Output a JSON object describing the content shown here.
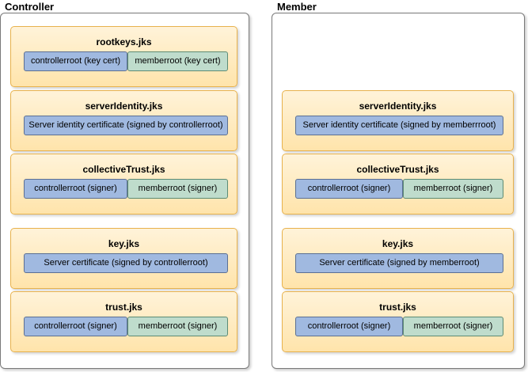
{
  "controller": {
    "title": "Controller",
    "rootkeys": {
      "title": "rootkeys.jks",
      "controllerroot": "controllerroot (key cert)",
      "memberroot": "memberroot (key cert)"
    },
    "serverIdentity": {
      "title": "serverIdentity.jks",
      "cert": "Server identity certificate (signed by controllerroot)"
    },
    "collectiveTrust": {
      "title": "collectiveTrust.jks",
      "controllerroot": "controllerroot (signer)",
      "memberroot": "memberroot (signer)"
    },
    "key": {
      "title": "key.jks",
      "cert": "Server certificate (signed by controllerroot)"
    },
    "trust": {
      "title": "trust.jks",
      "controllerroot": "controllerroot (signer)",
      "memberroot": "memberroot (signer)"
    }
  },
  "member": {
    "title": "Member",
    "serverIdentity": {
      "title": "serverIdentity.jks",
      "cert": "Server identity certificate (signed by memberrroot)"
    },
    "collectiveTrust": {
      "title": "collectiveTrust.jks",
      "controllerroot": "controllerroot (signer)",
      "memberroot": "memberroot (signer)"
    },
    "key": {
      "title": "key.jks",
      "cert": "Server certificate (signed by memberroot)"
    },
    "trust": {
      "title": "trust.jks",
      "controllerroot": "controllerroot (signer)",
      "memberroot": "memberroot (signer)"
    }
  },
  "colors": {
    "keystore_fill": "#ffe4ab",
    "keystore_border": "#e8b24d",
    "controller_cert": "#a0b9e0",
    "member_cert": "#bfdccc"
  }
}
